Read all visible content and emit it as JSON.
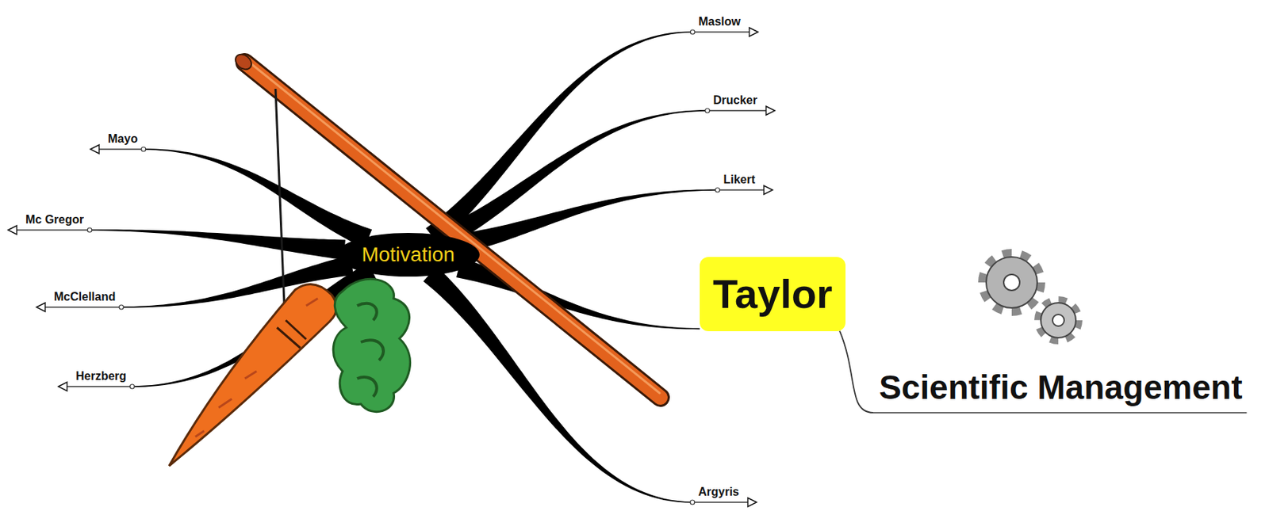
{
  "diagram": {
    "nodes": [
      {
        "text": [
          "Motivation"
        ]
      },
      {
        "text": [
          "Maslow"
        ]
      },
      {
        "text": [
          "Mayo"
        ]
      },
      {
        "text": [
          "Drucker"
        ]
      },
      {
        "text": [
          "Likert"
        ]
      },
      {
        "text": [
          "Mc Gregor"
        ]
      },
      {
        "text": [
          "McClelland"
        ]
      },
      {
        "text": [
          "Herzberg"
        ]
      },
      {
        "text": [
          "Taylor"
        ]
      },
      {
        "text": [
          "Scientific Management"
        ]
      },
      {
        "text": [
          "Argyris"
        ]
      }
    ],
    "edges": [
      {
        "from": 0,
        "to": 1,
        "arrow": "to"
      },
      {
        "from": 0,
        "to": 2,
        "arrow": "to"
      },
      {
        "from": 0,
        "to": 3,
        "arrow": "to"
      },
      {
        "from": 0,
        "to": 4,
        "arrow": "to"
      },
      {
        "from": 0,
        "to": 5,
        "arrow": "to"
      },
      {
        "from": 0,
        "to": 6,
        "arrow": "to"
      },
      {
        "from": 0,
        "to": 7,
        "arrow": "to"
      },
      {
        "from": 0,
        "to": 8,
        "arrow": "none"
      },
      {
        "from": 8,
        "to": 9,
        "arrow": "none"
      },
      {
        "from": 0,
        "to": 10,
        "arrow": "to"
      }
    ]
  }
}
